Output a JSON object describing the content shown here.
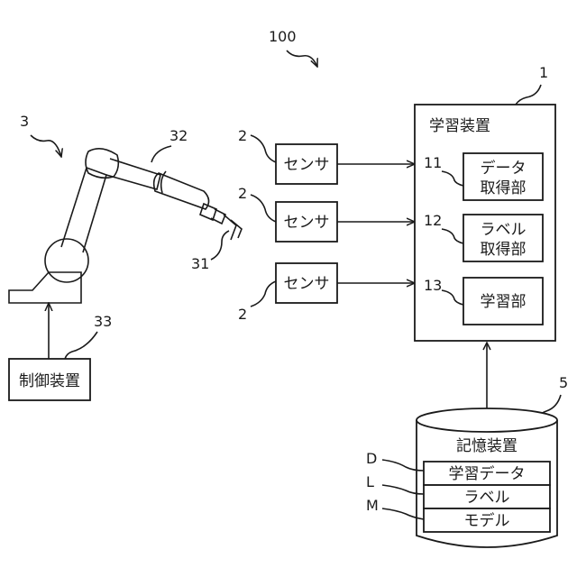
{
  "diagram": {
    "system_ref": "100",
    "robot": {
      "ref": "3",
      "arm_ref": "32",
      "hand_ref": "31",
      "controller_ref": "33",
      "controller_label": "制御装置"
    },
    "sensors": [
      {
        "ref": "2",
        "label": "センサ"
      },
      {
        "ref": "2",
        "label": "センサ"
      },
      {
        "ref": "2",
        "label": "センサ"
      }
    ],
    "learning_device": {
      "ref": "1",
      "title": "学習装置",
      "units": [
        {
          "ref": "11",
          "line1": "データ",
          "line2": "取得部"
        },
        {
          "ref": "12",
          "line1": "ラベル",
          "line2": "取得部"
        },
        {
          "ref": "13",
          "line1": "学習部"
        }
      ]
    },
    "storage": {
      "ref": "5",
      "title": "記憶装置",
      "items": [
        {
          "ref": "D",
          "label": "学習データ"
        },
        {
          "ref": "L",
          "label": "ラベル"
        },
        {
          "ref": "M",
          "label": "モデル"
        }
      ]
    }
  }
}
